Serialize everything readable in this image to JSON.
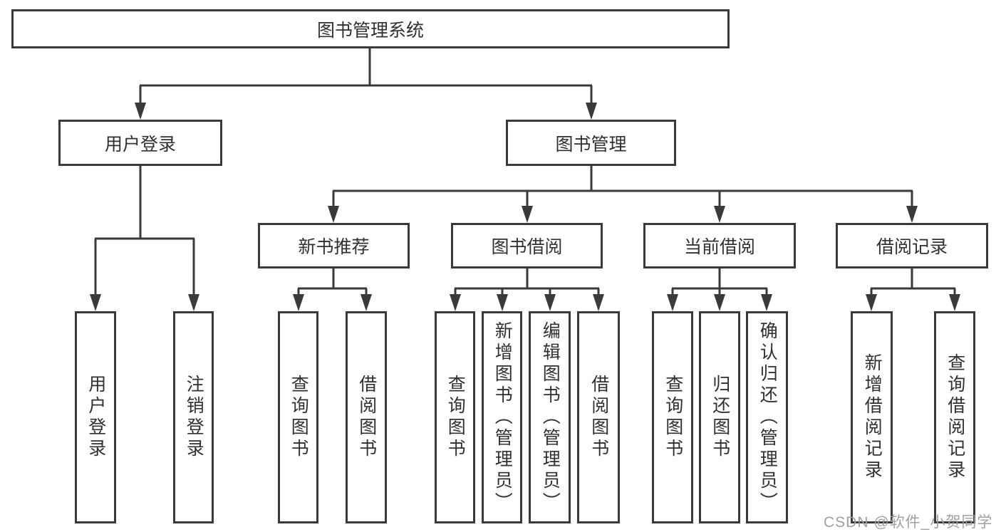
{
  "tree": {
    "label": "图书管理系统",
    "children": [
      {
        "label": "用户登录",
        "children": [
          {
            "label": "用户登录"
          },
          {
            "label": "注销登录"
          }
        ]
      },
      {
        "label": "图书管理",
        "children": [
          {
            "label": "新书推荐",
            "children": [
              {
                "label": "查询图书"
              },
              {
                "label": "借阅图书"
              }
            ]
          },
          {
            "label": "图书借阅",
            "children": [
              {
                "label": "查询图书"
              },
              {
                "label": "新增图书（管理员）"
              },
              {
                "label": "编辑图书（管理员）"
              },
              {
                "label": "借阅图书"
              }
            ]
          },
          {
            "label": "当前借阅",
            "children": [
              {
                "label": "查询图书"
              },
              {
                "label": "归还图书"
              },
              {
                "label": "确认归还（管理员）"
              }
            ]
          },
          {
            "label": "借阅记录",
            "children": [
              {
                "label": "新增借阅记录"
              },
              {
                "label": "查询借阅记录"
              }
            ]
          }
        ]
      }
    ]
  },
  "watermark": "CSDN @软件_小贺同学",
  "colors": {
    "line": "#3a3a3a",
    "text": "#303030",
    "background": "#ffffff",
    "watermark": "#9b9b9b"
  }
}
